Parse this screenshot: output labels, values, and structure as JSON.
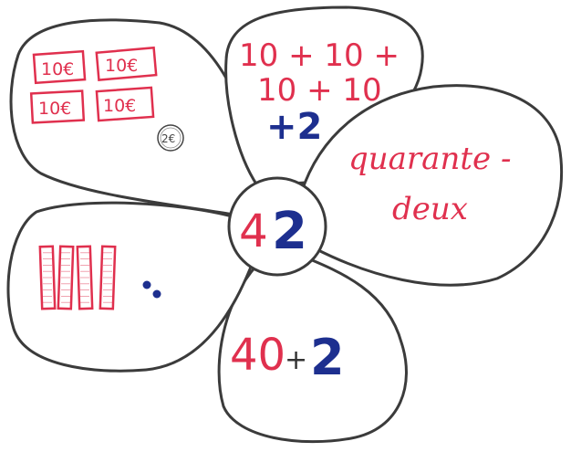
{
  "center": {
    "tens_digit": "4",
    "units_digit": "2"
  },
  "top_petal": {
    "line1": "10 + 10 +",
    "line2": "10 + 10",
    "line3": "+2"
  },
  "right_petal": {
    "line1": "quarante -",
    "line2": "deux"
  },
  "bottom_petal": {
    "tens": "40",
    "plus": "+",
    "units": "2"
  },
  "top_left_petal": {
    "notes": [
      "10€",
      "10€",
      "10€",
      "10€"
    ],
    "coin": "2€"
  },
  "left_petal": {
    "tens_bars": 4,
    "unit_dots": 2
  },
  "colors": {
    "red": "#e0304e",
    "blue": "#1d2f8f",
    "outline": "#3b3b3b"
  }
}
